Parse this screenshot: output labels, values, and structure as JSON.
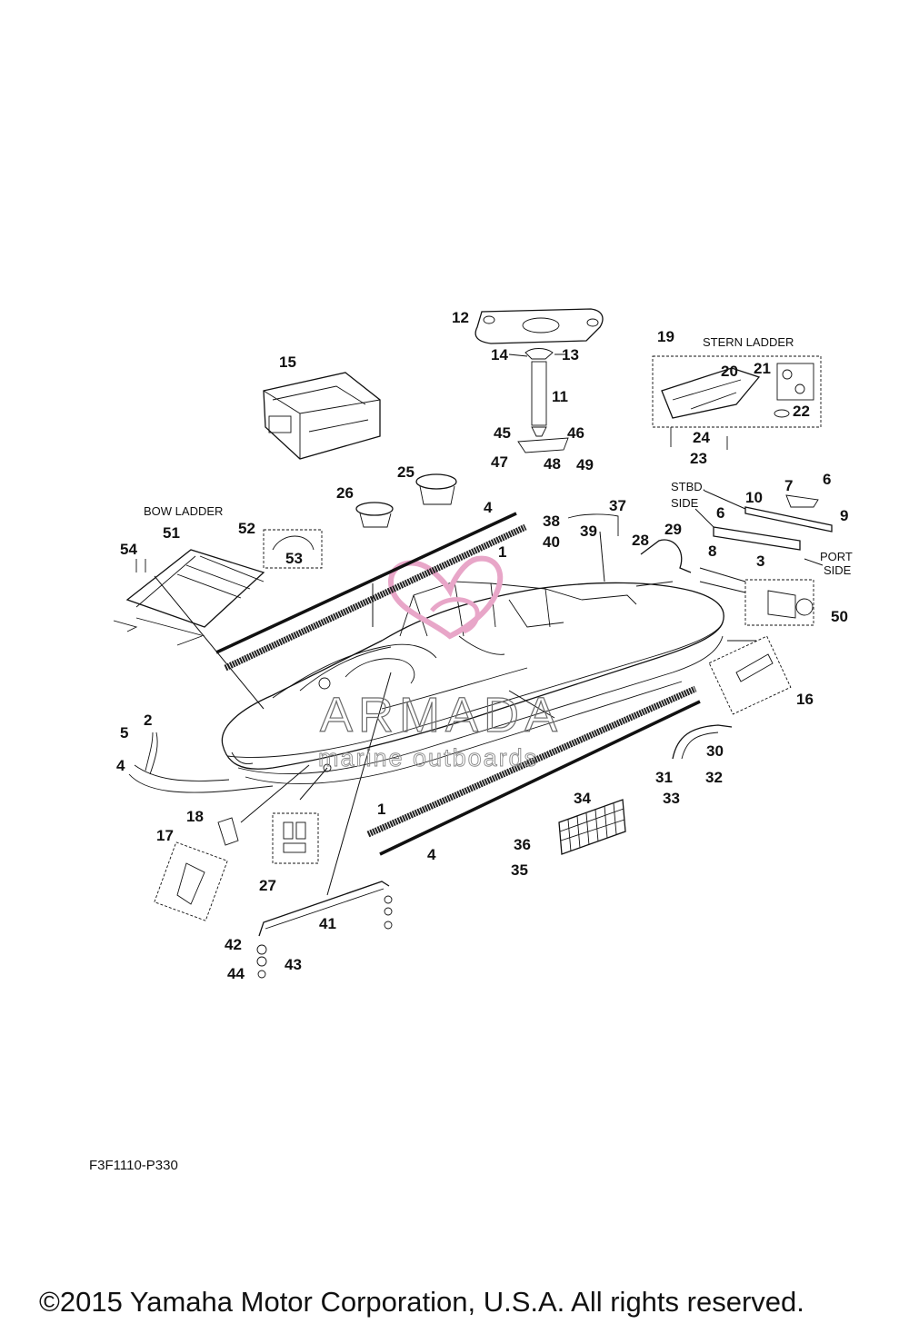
{
  "diagram": {
    "drawing_code": "F3F1110-P330",
    "copyright": "©2015 Yamaha Motor Corporation, U.S.A. All rights reserved.",
    "watermark": {
      "brand": "ARMADA",
      "tagline": "marine outboards",
      "color": "#e8a6c8"
    },
    "group_labels": {
      "stern_ladder": "STERN LADDER",
      "bow_ladder": "BOW LADDER",
      "stbd_side_1": "STBD.",
      "stbd_side_2": "SIDE",
      "port_side_1": "PORT",
      "port_side_2": "SIDE"
    },
    "callouts": {
      "c1a": "1",
      "c1b": "1",
      "c2": "2",
      "c3": "3",
      "c4a": "4",
      "c4b": "4",
      "c4c": "4",
      "c5": "5",
      "c6a": "6",
      "c6b": "6",
      "c7": "7",
      "c8": "8",
      "c9": "9",
      "c10": "10",
      "c11": "11",
      "c12": "12",
      "c13": "13",
      "c14": "14",
      "c15": "15",
      "c16": "16",
      "c17": "17",
      "c18": "18",
      "c19": "19",
      "c20": "20",
      "c21": "21",
      "c22": "22",
      "c23": "23",
      "c24": "24",
      "c25": "25",
      "c26": "26",
      "c27": "27",
      "c28": "28",
      "c29": "29",
      "c30": "30",
      "c31": "31",
      "c32": "32",
      "c33": "33",
      "c34": "34",
      "c35": "35",
      "c36": "36",
      "c37": "37",
      "c38": "38",
      "c39": "39",
      "c40": "40",
      "c41": "41",
      "c42": "42",
      "c43": "43",
      "c44": "44",
      "c45": "45",
      "c46": "46",
      "c47": "47",
      "c48": "48",
      "c49": "49",
      "c50": "50",
      "c51": "51",
      "c52": "52",
      "c53": "53",
      "c54": "54"
    }
  }
}
